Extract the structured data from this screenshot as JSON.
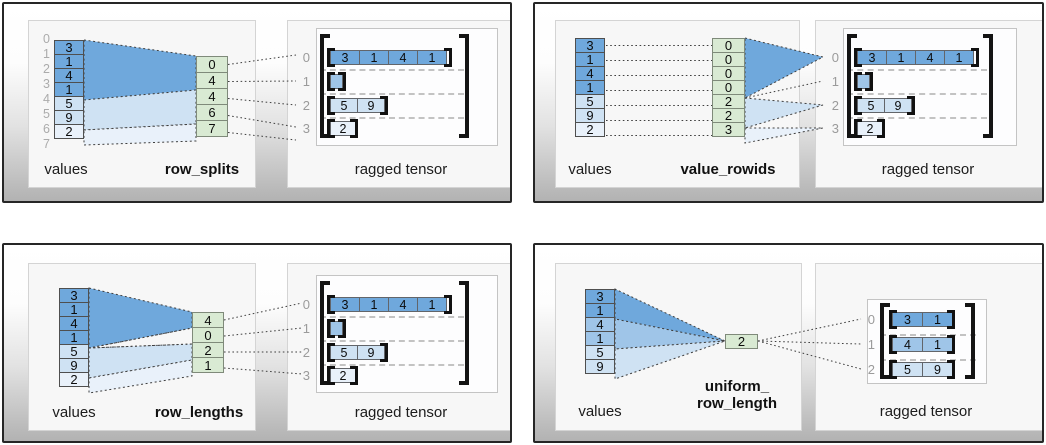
{
  "colors": {
    "blue_dark": "#6fa8dc",
    "blue_mid": "#9fc5e8",
    "blue_light": "#cfe2f3",
    "blue_faint": "#e9f1fa",
    "green": "#d9ead3"
  },
  "panels": [
    {
      "id": "row_splits",
      "values_label": "values",
      "method_label": "row_splits",
      "tensor_label": "ragged tensor",
      "value_indices": [
        "0",
        "1",
        "2",
        "3",
        "4",
        "5",
        "6",
        "7"
      ],
      "values": [
        "3",
        "1",
        "4",
        "1",
        "5",
        "9",
        "2"
      ],
      "method_cells": [
        "0",
        "4",
        "4",
        "6",
        "7"
      ],
      "tensor_row_indices": [
        "0",
        "1",
        "2",
        "3"
      ],
      "tensor_rows": [
        [
          "3",
          "1",
          "4",
          "1"
        ],
        [],
        [
          "5",
          "9"
        ],
        [
          "2"
        ]
      ]
    },
    {
      "id": "value_rowids",
      "values_label": "values",
      "method_label": "value_rowids",
      "tensor_label": "ragged tensor",
      "values": [
        "3",
        "1",
        "4",
        "1",
        "5",
        "9",
        "2"
      ],
      "method_cells": [
        "0",
        "0",
        "0",
        "0",
        "2",
        "2",
        "3"
      ],
      "tensor_row_indices": [
        "0",
        "1",
        "2",
        "3"
      ],
      "tensor_rows": [
        [
          "3",
          "1",
          "4",
          "1"
        ],
        [],
        [
          "5",
          "9"
        ],
        [
          "2"
        ]
      ]
    },
    {
      "id": "row_lengths",
      "values_label": "values",
      "method_label": "row_lengths",
      "tensor_label": "ragged tensor",
      "values": [
        "3",
        "1",
        "4",
        "1",
        "5",
        "9",
        "2"
      ],
      "method_cells": [
        "4",
        "0",
        "2",
        "1"
      ],
      "tensor_row_indices": [
        "0",
        "1",
        "2",
        "3"
      ],
      "tensor_rows": [
        [
          "3",
          "1",
          "4",
          "1"
        ],
        [],
        [
          "5",
          "9"
        ],
        [
          "2"
        ]
      ]
    },
    {
      "id": "uniform_row_length",
      "values_label": "values",
      "method_label_line1": "uniform_",
      "method_label_line2": "row_length",
      "tensor_label": "ragged tensor",
      "values": [
        "3",
        "1",
        "4",
        "1",
        "5",
        "9"
      ],
      "method_cells": [
        "2"
      ],
      "tensor_row_indices": [
        "0",
        "1",
        "2"
      ],
      "tensor_rows": [
        [
          "3",
          "1"
        ],
        [
          "4",
          "1"
        ],
        [
          "5",
          "9"
        ]
      ]
    }
  ]
}
